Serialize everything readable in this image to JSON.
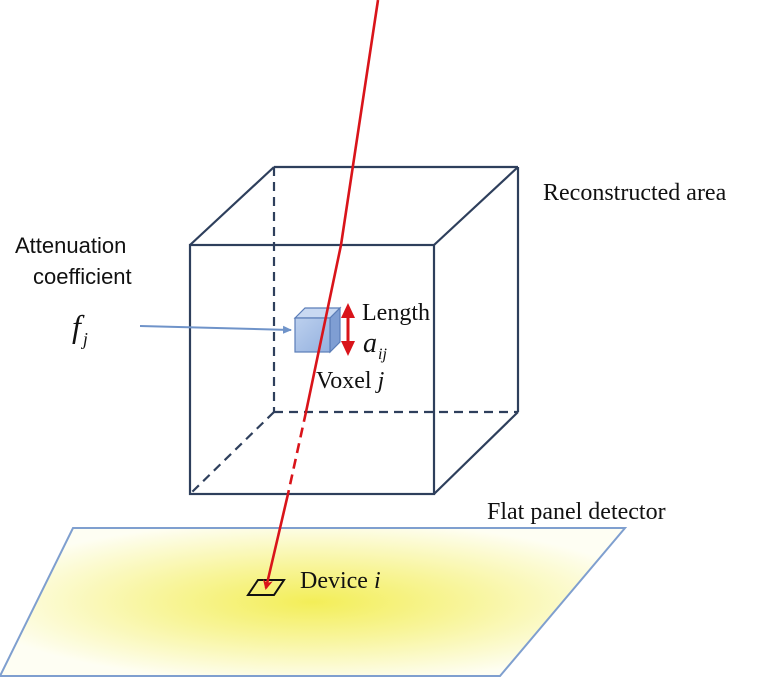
{
  "labels": {
    "reconstructed_area": "Reconstructed area",
    "attenuation_line1": "Attenuation",
    "attenuation_line2": "coefficient",
    "f_symbol": "f",
    "f_subscript": "j",
    "length": "Length",
    "a_symbol": "a",
    "a_subscript": "ij",
    "voxel": "Voxel",
    "voxel_index": "j",
    "flat_panel": "Flat panel detector",
    "device": "Device",
    "device_index": "i"
  },
  "colors": {
    "cube_edge": "#2e3f5c",
    "ray": "#d9141a",
    "length_arrow": "#d9141a",
    "voxel_fill": "#a9c1e6",
    "voxel_edge": "#5b7db8",
    "pointer": "#6f93c9",
    "panel_edge": "#7f9fcf",
    "panel_glow": "#f5f07a",
    "panel_base": "#fdfde8"
  }
}
